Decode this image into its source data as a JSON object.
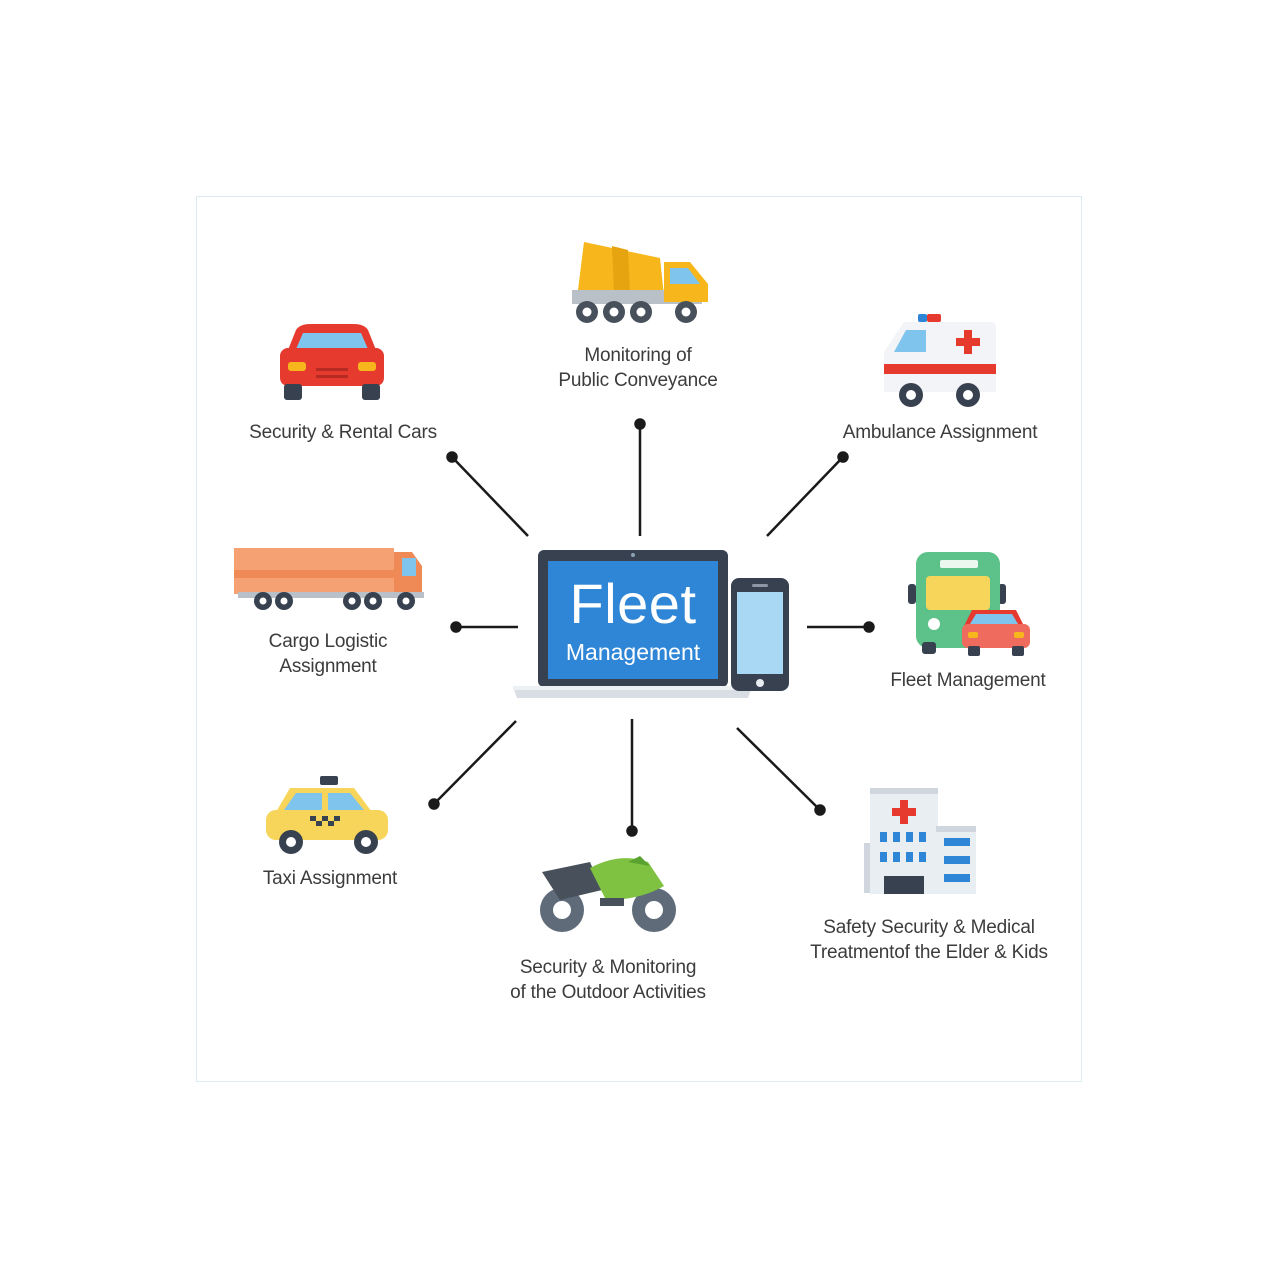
{
  "center": {
    "title": "Fleet",
    "subtitle": "Management"
  },
  "nodes": {
    "public_conveyance": {
      "line1": "Monitoring of",
      "line2": "Public Conveyance",
      "icon": "cement-mixer-truck-icon"
    },
    "rental_cars": {
      "line1": "Security & Rental Cars",
      "icon": "red-car-icon"
    },
    "ambulance": {
      "line1": "Ambulance Assignment",
      "icon": "ambulance-icon"
    },
    "cargo": {
      "line1": "Cargo Logistic",
      "line2": "Assignment",
      "icon": "cargo-truck-icon"
    },
    "fleet": {
      "line1": "Fleet Management",
      "icon": "bus-and-car-icon"
    },
    "taxi": {
      "line1": "Taxi Assignment",
      "icon": "taxi-icon"
    },
    "outdoor": {
      "line1": "Security & Monitoring",
      "line2": "of the Outdoor Activities",
      "icon": "motorcycle-icon"
    },
    "medical": {
      "line1": "Safety Security & Medical",
      "line2": "Treatmentof the Elder & Kids",
      "icon": "hospital-icon"
    }
  },
  "colors": {
    "screen_blue": "#2f86d6",
    "text": "#3c3c3c",
    "connector": "#1a1a1a",
    "frame_border": "#dcecf5"
  }
}
